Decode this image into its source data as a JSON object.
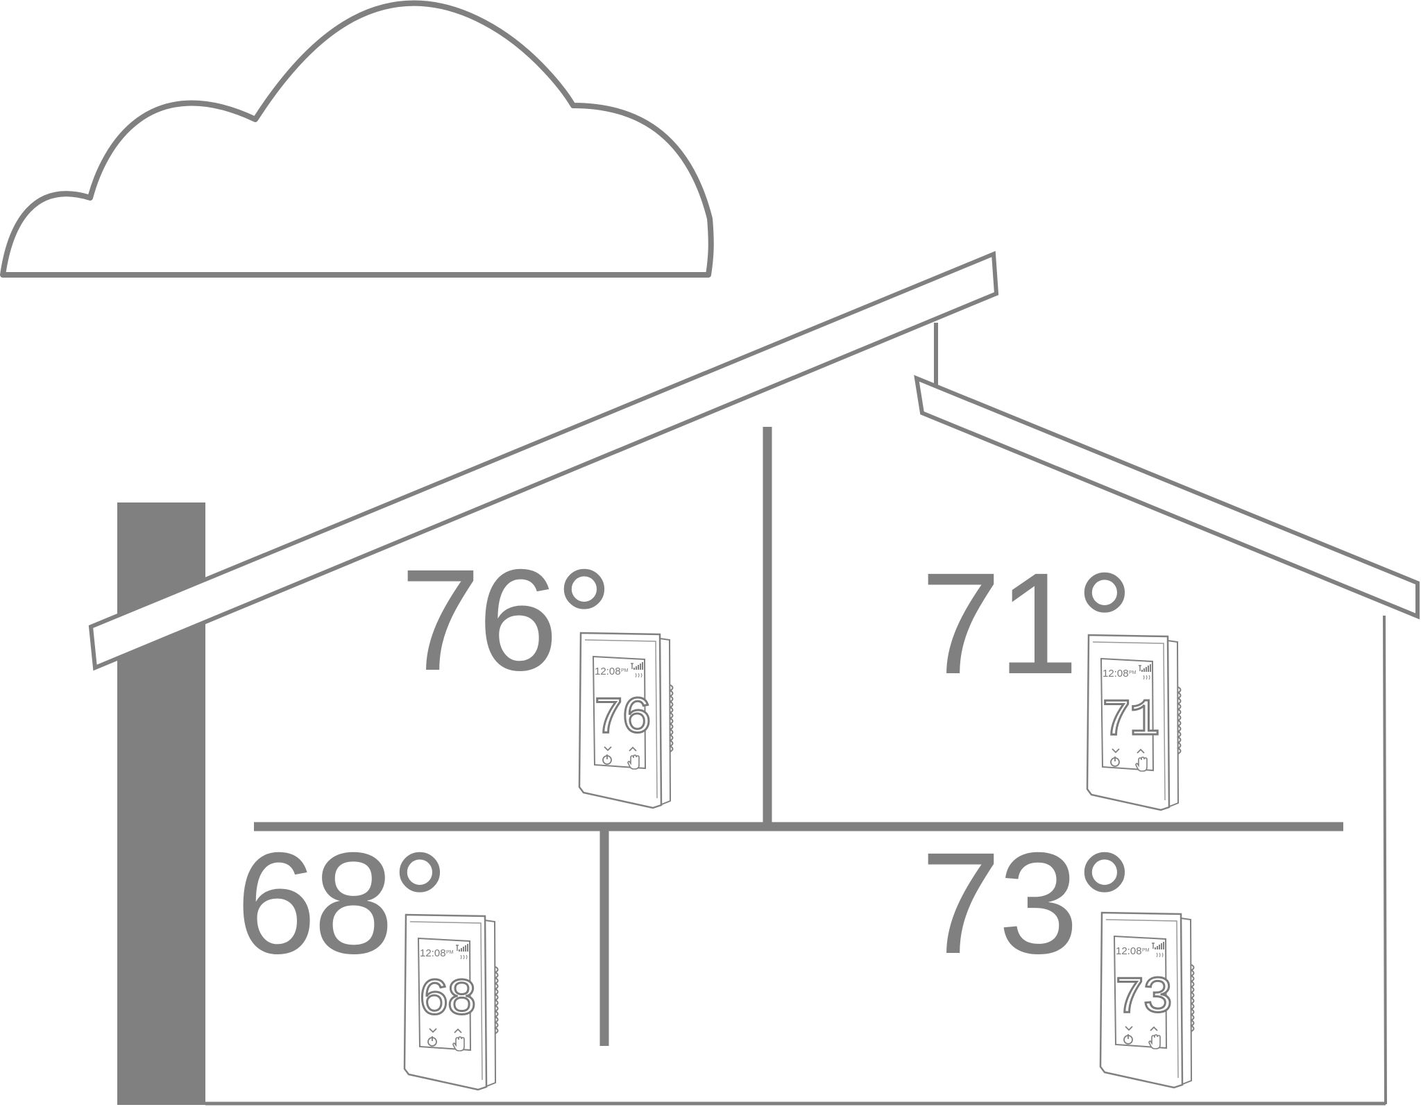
{
  "rooms": [
    {
      "id": "upstairs-left",
      "temperature": "76°",
      "thermostat": {
        "time": "12:08",
        "ampm": "PM",
        "display": "76"
      }
    },
    {
      "id": "upstairs-right",
      "temperature": "71°",
      "thermostat": {
        "time": "12:08",
        "ampm": "PM",
        "display": "71"
      }
    },
    {
      "id": "downstairs-left",
      "temperature": "68°",
      "thermostat": {
        "time": "12:08",
        "ampm": "PM",
        "display": "68"
      }
    },
    {
      "id": "downstairs-right",
      "temperature": "73°",
      "thermostat": {
        "time": "12:08",
        "ampm": "PM",
        "display": "73"
      }
    }
  ],
  "colors": {
    "line": "#808080",
    "chimney": "#808080",
    "background": "#ffffff"
  },
  "icons": [
    "cloud-icon",
    "signal-icon",
    "power-icon",
    "hand-icon",
    "chevron-down-icon",
    "chevron-up-icon"
  ]
}
